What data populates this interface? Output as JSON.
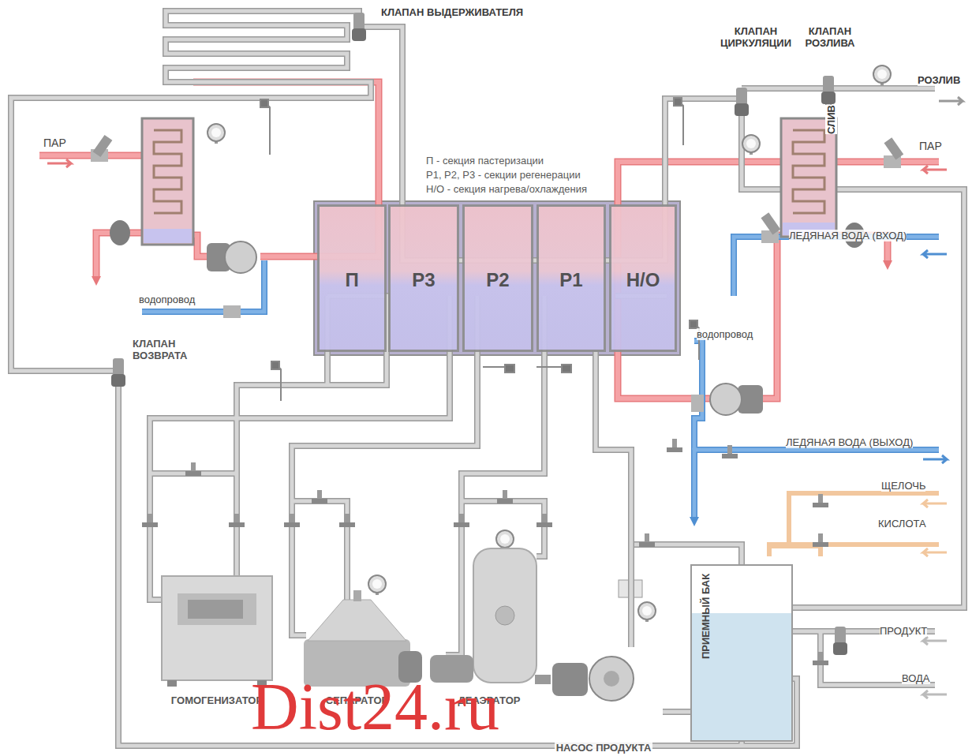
{
  "diagram": {
    "nodes": [
      {
        "text": [
          "П"
        ]
      },
      {
        "text": [
          "Р3"
        ]
      },
      {
        "text": [
          "Р2"
        ]
      },
      {
        "text": [
          "Р1"
        ]
      },
      {
        "text": [
          "Н/О"
        ]
      },
      {
        "text": [
          "ГОМОГЕНИЗАТОР"
        ]
      },
      {
        "text": [
          "СЕПАРАТОР"
        ]
      },
      {
        "text": [
          "ДЕАЭРАТОР"
        ]
      },
      {
        "text": [
          "ПРИЕМНЫЙ БАК"
        ]
      },
      {
        "text": [
          "НАСОС ПРОДУКТА"
        ]
      }
    ],
    "edges": [
      {
        "from": 8,
        "to": 9,
        "arrow": "none"
      },
      {
        "from": 9,
        "to": 3,
        "arrow": "none"
      }
    ],
    "labels": [
      "КЛАПАН ВЫДЕРЖИВАТЕЛЯ",
      "КЛАПАН ЦИРКУЛЯЦИИ",
      "КЛАПАН РОЗЛИВА",
      "РОЗЛИВ",
      "СЛИВ",
      "ПАР",
      "П - секция пастеризации",
      "Р1, Р2, Р3 - секции регенерации",
      "Н/О - секция нагрева/охлаждения",
      "водопровод",
      "ЛЕДЯНАЯ ВОДА (ВХОД)",
      "ПАР",
      "водопровод",
      "ЛЕДЯНАЯ ВОДА (ВЫХОД)",
      "КЛАПАН ВОЗВРАТА",
      "ЩЕЛОЧЬ",
      "КИСЛОТА",
      "ПРОДУКТ",
      "ВОДА",
      "Dist24.ru"
    ]
  }
}
